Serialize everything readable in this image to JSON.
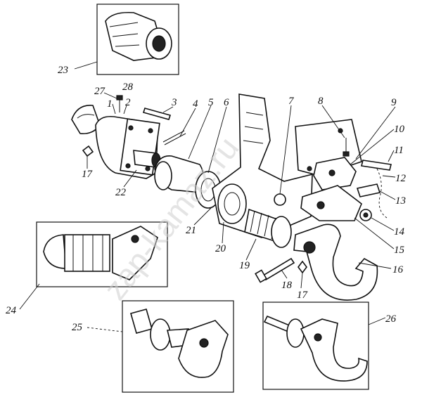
{
  "watermark": "zap-kamaz.ru",
  "labels": {
    "l1": "1",
    "l2": "2",
    "l3": "3",
    "l4": "4",
    "l5": "5",
    "l6": "6",
    "l7": "7",
    "l8": "8",
    "l9": "9",
    "l10": "10",
    "l11": "11",
    "l12": "12",
    "l13": "13",
    "l14": "14",
    "l15": "15",
    "l16": "16",
    "l17a": "17",
    "l17b": "17",
    "l18": "18",
    "l19": "19",
    "l20": "20",
    "l21": "21",
    "l22": "22",
    "l23": "23",
    "l24": "24",
    "l25": "25",
    "l26": "26",
    "l27": "27",
    "l28": "28"
  }
}
